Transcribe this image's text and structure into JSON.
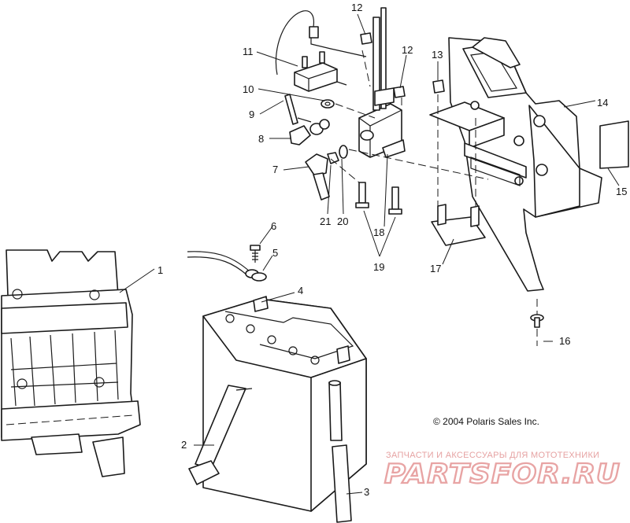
{
  "callouts": [
    {
      "id": "1",
      "part": "battery-holder"
    },
    {
      "id": "2",
      "part": "strap"
    },
    {
      "id": "3",
      "part": "vent-tube"
    },
    {
      "id": "4",
      "part": "battery"
    },
    {
      "id": "5",
      "part": "washer"
    },
    {
      "id": "6",
      "part": "screw"
    },
    {
      "id": "7",
      "part": "boot"
    },
    {
      "id": "8",
      "part": "boot"
    },
    {
      "id": "9",
      "part": "lead"
    },
    {
      "id": "10",
      "part": "washer"
    },
    {
      "id": "11",
      "part": "relay"
    },
    {
      "id": "12",
      "part": "nut"
    },
    {
      "id": "12",
      "part": "nut"
    },
    {
      "id": "13",
      "part": "nut"
    },
    {
      "id": "14",
      "part": "bracket"
    },
    {
      "id": "15",
      "part": "label"
    },
    {
      "id": "16",
      "part": "rivet"
    },
    {
      "id": "17",
      "part": "plate"
    },
    {
      "id": "18",
      "part": "solenoid"
    },
    {
      "id": "19",
      "part": "bolts"
    },
    {
      "id": "20",
      "part": "washer"
    },
    {
      "id": "21",
      "part": "nut"
    }
  ],
  "copyright": "© 2004 Polaris Sales Inc.",
  "watermark": {
    "tagline": "ЗАПЧАСТИ И АКСЕССУАРЫ ДЛЯ МОТОТЕХНИКИ",
    "logo": "PARTSFOR.RU"
  }
}
